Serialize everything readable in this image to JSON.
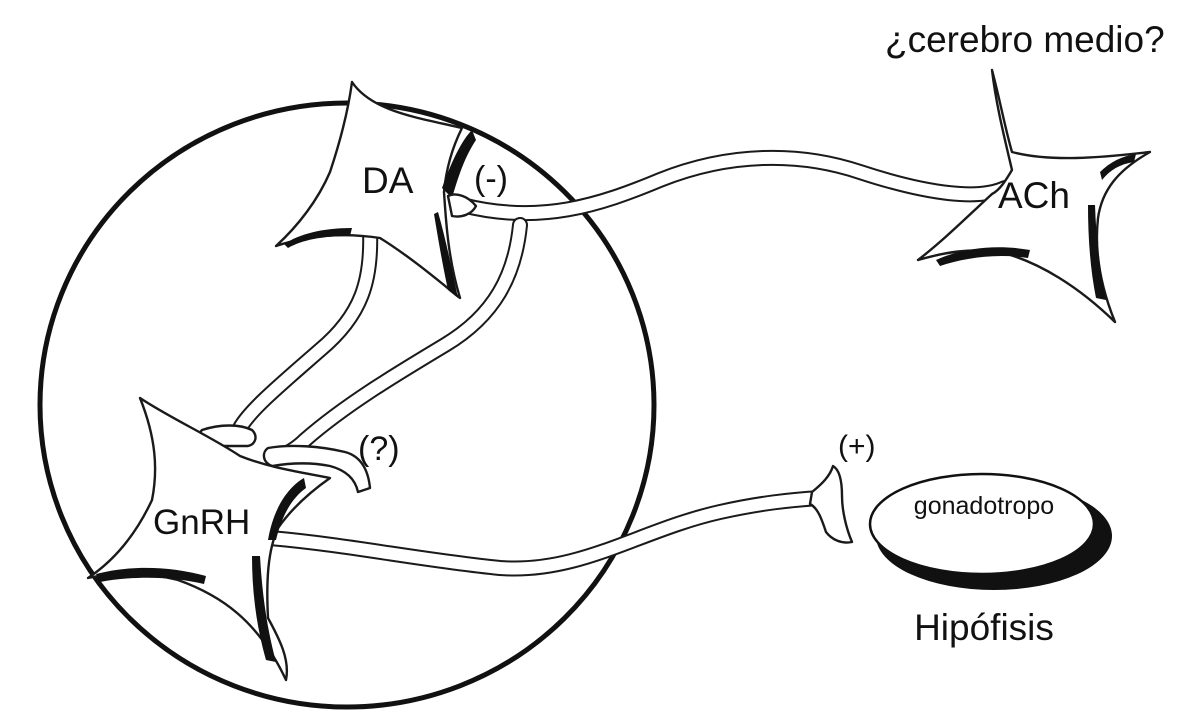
{
  "labels": {
    "midbrain_question": "¿cerebro medio?",
    "dopamine_neuron": "DA",
    "inhibitory_sign": "(-)",
    "acetylcholine_neuron": "ACh",
    "unknown_sign": "(?)",
    "gnrh_neuron": "GnRH",
    "excitatory_sign": "(+)",
    "gonadotrope_cell": "gonadotropo",
    "pituitary": "Hipófisis"
  },
  "colors": {
    "ink": "#111111",
    "background": "#ffffff"
  }
}
